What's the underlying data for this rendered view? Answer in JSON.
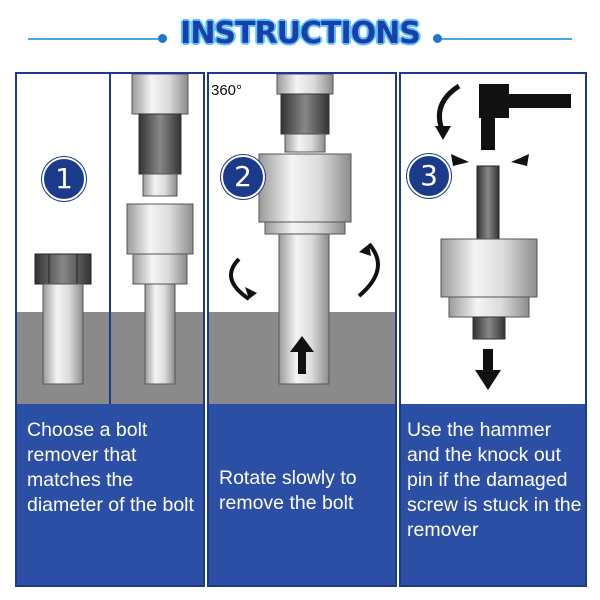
{
  "header": {
    "title": "INSTRUCTIONS"
  },
  "steps": [
    {
      "number": "1",
      "caption": "Choose a bolt remover that matches the diameter of the bolt"
    },
    {
      "number": "2",
      "caption": "Rotate slowly to remove the bolt",
      "rotation_label": "360°"
    },
    {
      "number": "3",
      "caption": "Use the hammer and the knock out pin if the damaged screw is stuck in the remover"
    }
  ],
  "icons": [
    "hex-bolt-icon",
    "drill-chuck-icon",
    "extractor-bit-icon",
    "rotate-arrow-icon",
    "hammer-icon",
    "knock-out-pin-icon",
    "down-arrow-icon",
    "up-arrow-icon"
  ],
  "colors": {
    "title": "#1a3fa8",
    "title_glow": "#5ec2ff",
    "panel_border": "#1c3a8a",
    "caption_bg": "#2c4fa6",
    "ground": "#8a8a8a"
  }
}
